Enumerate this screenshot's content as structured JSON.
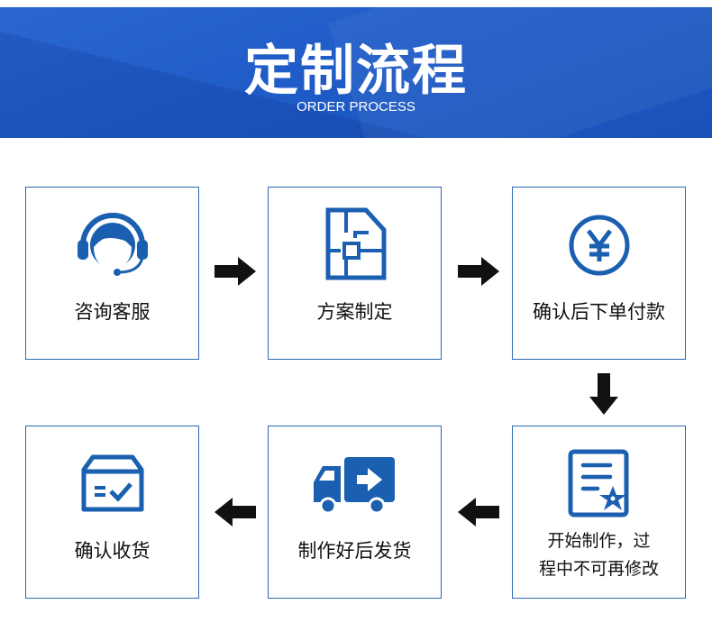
{
  "header": {
    "title": "定制流程",
    "subtitle": "ORDER PROCESS"
  },
  "colors": {
    "banner": "#1f5cc8",
    "icon": "#1a5fb0",
    "border": "#2d69b3",
    "arrow": "#111111"
  },
  "steps": [
    {
      "label": "咨询客服",
      "icon": "customer-service-headset-icon"
    },
    {
      "label": "方案制定",
      "icon": "floor-plan-icon"
    },
    {
      "label": "确认后下单付款",
      "icon": "yen-icon"
    },
    {
      "label_line1": "开始制作，过",
      "label_line2": "程中不可再修改",
      "icon": "document-star-icon"
    },
    {
      "label": "制作好后发货",
      "icon": "delivery-truck-icon"
    },
    {
      "label": "确认收货",
      "icon": "box-check-icon"
    }
  ]
}
